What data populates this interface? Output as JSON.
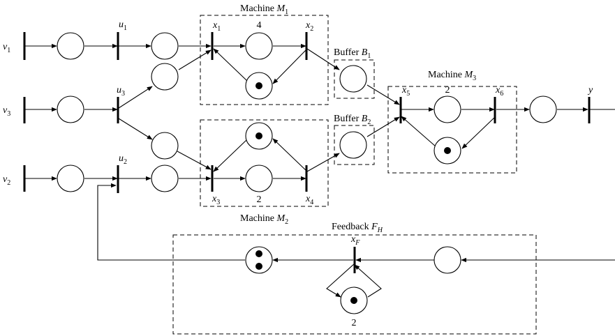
{
  "machines": {
    "m1": {
      "label": "Machine",
      "sub": "1"
    },
    "m2": {
      "label": "Machine",
      "sub": "2"
    },
    "m3": {
      "label": "Machine",
      "sub": "3"
    }
  },
  "buffers": {
    "b1": {
      "label": "Buffer",
      "sub": "1"
    },
    "b2": {
      "label": "Buffer",
      "sub": "2"
    }
  },
  "feedback": {
    "label": "Feedback",
    "sub": "H"
  },
  "inputs": {
    "v1": {
      "base": "v",
      "sub": "1"
    },
    "v2": {
      "base": "v",
      "sub": "2"
    },
    "v3": {
      "base": "v",
      "sub": "3"
    }
  },
  "transitions": {
    "u1": {
      "base": "u",
      "sub": "1"
    },
    "u2": {
      "base": "u",
      "sub": "2"
    },
    "u3": {
      "base": "u",
      "sub": "3"
    },
    "x1": {
      "base": "x",
      "sub": "1"
    },
    "x2": {
      "base": "x",
      "sub": "2"
    },
    "x3": {
      "base": "x",
      "sub": "3"
    },
    "x4": {
      "base": "x",
      "sub": "4"
    },
    "x5": {
      "base": "x",
      "sub": "5"
    },
    "x6": {
      "base": "x",
      "sub": "6"
    },
    "xF": {
      "base": "x",
      "sub": "F"
    },
    "y": {
      "base": "y"
    }
  },
  "holding_times": {
    "m1": "4",
    "m2": "2",
    "m3": "2",
    "feedback": "2"
  },
  "tokens": {
    "m1_idle": 1,
    "m2_idle": 1,
    "m3_idle": 1,
    "feedback_out": 2,
    "feedback_loop": 1
  }
}
